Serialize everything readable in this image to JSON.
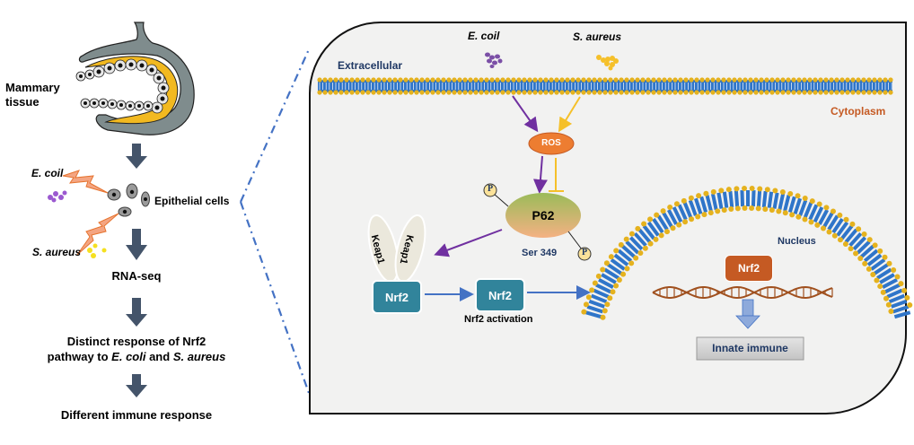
{
  "left_flow": {
    "mammary_label_line1": "Mammary",
    "mammary_label_line2": "tissue",
    "ecoli_label": "E. coil",
    "saureus_label": "S. aureus",
    "epithelial_label": "Epithelial cells",
    "rnaseq_label": "RNA-seq",
    "distinct_line1": "Distinct response of Nrf2",
    "distinct_line2_a": "pathway to ",
    "distinct_line2_b": "E. coli",
    "distinct_line2_c": " and ",
    "distinct_line2_d": "S. aureus",
    "final_label": "Different immune response"
  },
  "pathway": {
    "extracellular_label": "Extracellular",
    "cytoplasm_label": "Cytoplasm",
    "ecoli_label": "E. coil",
    "saureus_label": "S. aureus",
    "ros_label": "ROS",
    "p62_label": "P62",
    "phospho_label": "P",
    "ser_label": "Ser 349",
    "keap1_label": "Keap1",
    "nrf2_label": "Nrf2",
    "nrf2_activation_label": "Nrf2 activation",
    "nucleus_label": "Nucleus",
    "nuclear_nrf2_label": "Nrf2",
    "innate_immune_label": "Innate immune"
  },
  "colors": {
    "arrow_dark": "#44546a",
    "membrane_blue": "#2f75c9",
    "lipid_head": "#e5b21e",
    "ecoli_purple": "#7b4fa6",
    "saureus_yellow": "#f5c02a",
    "ros_orange": "#ed7d31",
    "nrf2_teal": "#31849b",
    "nuclear_nrf2": "#c55a23",
    "dna_brown": "#a0501e",
    "cytoplasm_text": "#c55a23",
    "label_navy": "#1f3864",
    "connector_blue": "#4472c4"
  }
}
